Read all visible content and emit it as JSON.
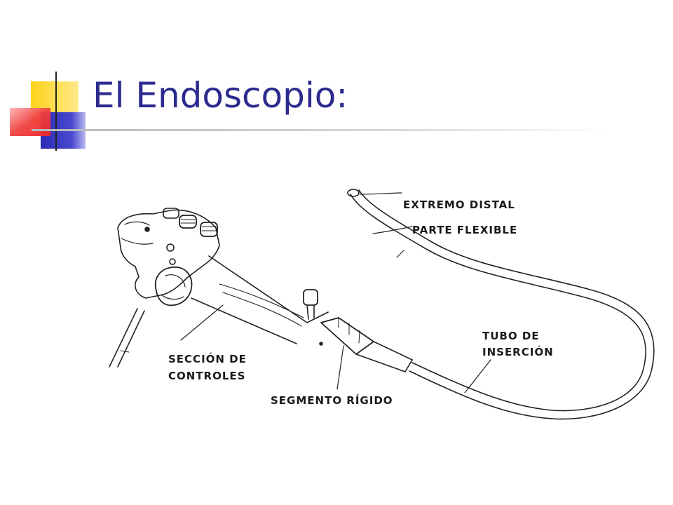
{
  "slide": {
    "title": "El Endoscopio:",
    "accent_colors": {
      "yellow": "#ffd21a",
      "red": "#e8262a",
      "blue": "#2b2bb5",
      "title": "#2b2b8f"
    }
  },
  "diagram": {
    "labels": {
      "extremo_distal": "EXTREMO DISTAL",
      "parte_flexible": "PARTE FLEXIBLE",
      "tubo_line1": "TUBO DE",
      "tubo_line2": "INSERCIÓN",
      "seccion_line1": "SECCIÓN DE",
      "seccion_line2": "CONTROLES",
      "segmento_rigido": "SEGMENTO RÍGIDO"
    }
  }
}
